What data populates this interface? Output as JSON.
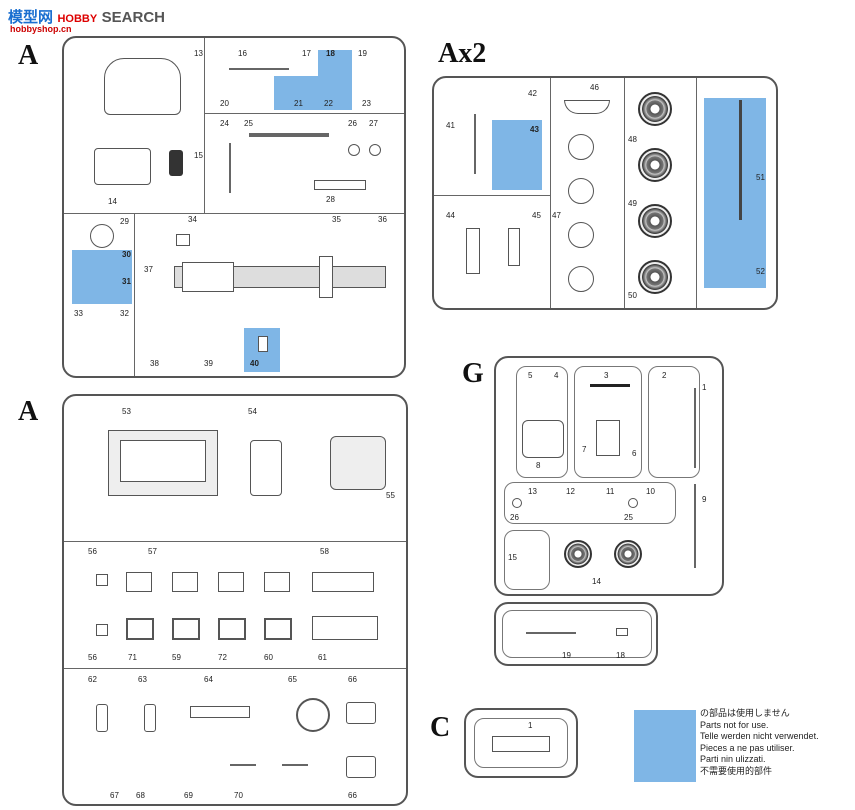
{
  "watermark": {
    "cn": "模型网",
    "en": "SEARCH",
    "hobby": "HOBBY",
    "url": "hobbyshop.cn"
  },
  "sprues": {
    "A_top": {
      "label": "A",
      "numbers": [
        "13",
        "14",
        "15",
        "16",
        "17",
        "18",
        "19",
        "20",
        "21",
        "22",
        "23",
        "24",
        "25",
        "26",
        "27",
        "28",
        "29",
        "30",
        "31",
        "32",
        "33",
        "34",
        "35",
        "36",
        "37",
        "38",
        "39",
        "40"
      ]
    },
    "Ax2": {
      "label": "Ax2",
      "numbers": [
        "41",
        "42",
        "43",
        "44",
        "45",
        "46",
        "47",
        "48",
        "49",
        "50",
        "51",
        "52"
      ]
    },
    "A_bottom": {
      "label": "A",
      "numbers": [
        "53",
        "54",
        "55",
        "56",
        "57",
        "58",
        "56",
        "71",
        "59",
        "72",
        "60",
        "61",
        "62",
        "63",
        "64",
        "65",
        "66",
        "67",
        "68",
        "69",
        "70",
        "66"
      ]
    },
    "G": {
      "label": "G",
      "numbers": [
        "5",
        "4",
        "3",
        "2",
        "1",
        "8",
        "7",
        "6",
        "13",
        "12",
        "11",
        "10",
        "26",
        "25",
        "9",
        "15",
        "14",
        "19",
        "18"
      ]
    },
    "C": {
      "label": "C",
      "numbers": [
        "1"
      ]
    }
  },
  "legend": {
    "color": "#7fb6e6",
    "lines": [
      "の部品は使用しません",
      "Parts not for use.",
      "Telle werden nicht verwendet.",
      "Pieces a ne pas utiliser.",
      "Parti nin ulizzati.",
      "不需要使用的部件"
    ]
  }
}
